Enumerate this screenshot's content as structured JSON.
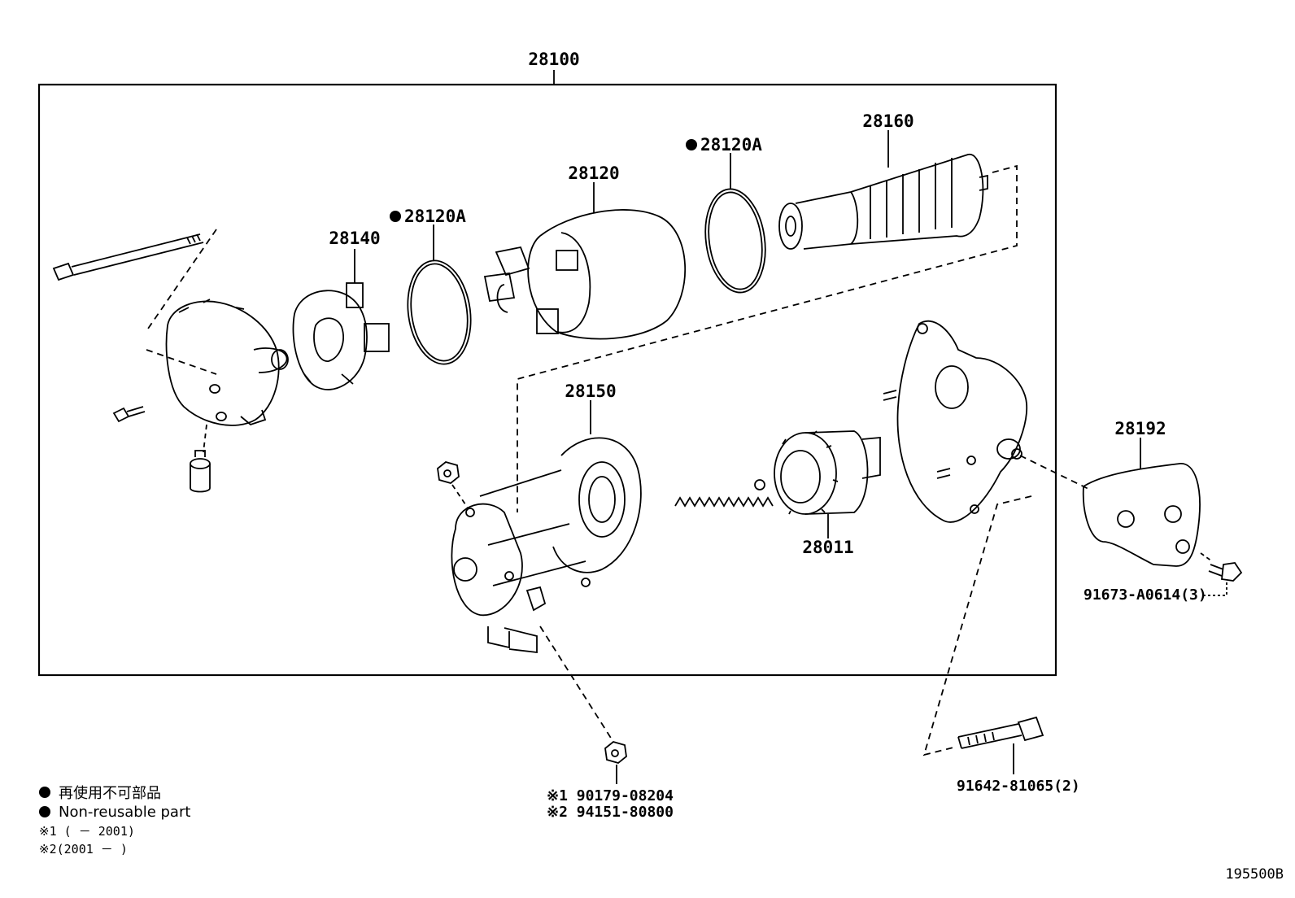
{
  "assembly": {
    "label": "28100"
  },
  "parts": {
    "p28160": "28160",
    "p28120A_top": "28120A",
    "p28120": "28120",
    "p28120A_left": "28120A",
    "p28140": "28140",
    "p28150": "28150",
    "p28011": "28011",
    "p28192": "28192",
    "bolt_91673": "91673-A0614(3)",
    "bolt_91642": "91642-81065(2)",
    "nut_note1": "※1 90179-08204",
    "nut_note2": "※2 94151-80800"
  },
  "legend": {
    "japanese": "再使用不可部品",
    "english": "Non-reusable part",
    "note1": "※1 (    － 2001)",
    "note2": "※2(2001 －    )"
  },
  "diagram_code": "195500B"
}
